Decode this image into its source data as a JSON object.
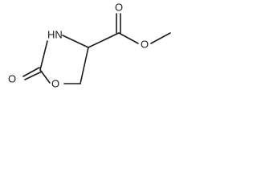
{
  "molecule": {
    "atom_labels": {
      "nh": "HN",
      "ring_o": "O",
      "carbonyl_o_ring": "O",
      "carbonyl_o_ester": "O",
      "ester_o": "O"
    },
    "colors": {
      "bond": "#1a1a1a",
      "label": "#1a1a1a",
      "background": "#ffffff"
    }
  }
}
